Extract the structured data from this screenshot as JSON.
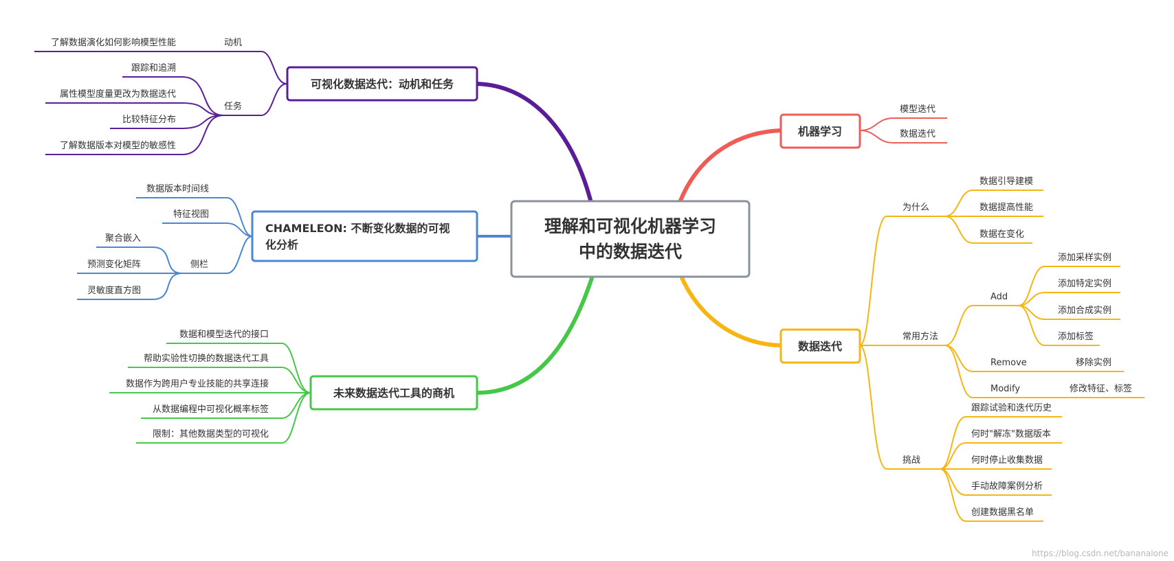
{
  "colors": {
    "purple": "#5a1d98",
    "blue": "#4a86d4",
    "green": "#45c748",
    "red": "#ef5b55",
    "orange": "#f6b512",
    "center_border": "#8a929c",
    "text": "#333333"
  },
  "center": {
    "line1": "理解和可视化机器学习",
    "line2": "中的数据迭代"
  },
  "branches": {
    "motivation": {
      "title": "可视化数据迭代：动机和任务",
      "dongji": {
        "label": "动机",
        "items": [
          "了解数据演化如何影响模型性能"
        ]
      },
      "renwu": {
        "label": "任务",
        "items": [
          "跟踪和追溯",
          "属性模型度量更改为数据迭代",
          "比较特征分布",
          "了解数据版本对模型的敏感性"
        ]
      }
    },
    "chameleon": {
      "title_line1": "CHAMELEON: 不断变化数据的可视",
      "title_line2": "化分析",
      "items": [
        "数据版本时间线",
        "特征视图"
      ],
      "sidebar": {
        "label": "侧栏",
        "items": [
          "聚合嵌入",
          "预测变化矩阵",
          "灵敏度直方图"
        ]
      }
    },
    "future": {
      "title": "未来数据迭代工具的商机",
      "items": [
        "数据和模型迭代的接口",
        "帮助实验性切换的数据迭代工具",
        "数据作为跨用户专业技能的共享连接",
        "从数据编程中可视化概率标签",
        "限制：其他数据类型的可视化"
      ]
    },
    "ml": {
      "title": "机器学习",
      "items": [
        "模型迭代",
        "数据迭代"
      ]
    },
    "di": {
      "title": "数据迭代",
      "why": {
        "label": "为什么",
        "items": [
          "数据引导建模",
          "数据提高性能",
          "数据在变化"
        ]
      },
      "methods": {
        "label": "常用方法",
        "add": {
          "label": "Add",
          "items": [
            "添加采样实例",
            "添加特定实例",
            "添加合成实例",
            "添加标签"
          ]
        },
        "remove": {
          "label": "Remove",
          "item": "移除实例"
        },
        "modify": {
          "label": "Modify",
          "item": "修改特征、标签"
        }
      },
      "challenges": {
        "label": "挑战",
        "items": [
          "跟踪试验和迭代历史",
          "何时\"解冻\"数据版本",
          "何时停止收集数据",
          "手动故障案例分析",
          "创建数据黑名单"
        ]
      }
    }
  },
  "watermark": "https://blog.csdn.net/bananalone"
}
